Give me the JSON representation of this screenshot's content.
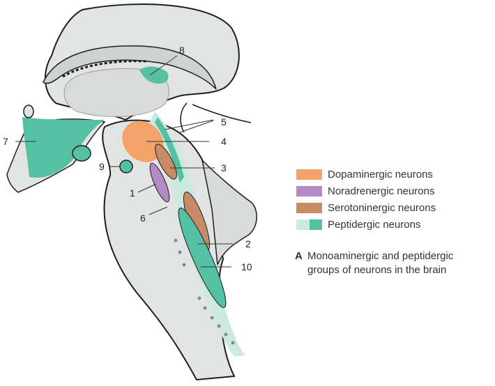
{
  "colors": {
    "tissue": "#e2e4e4",
    "tissue_dark": "#cfd2d2",
    "outline": "#1d1d1d",
    "dopaminergic": "#f3a26a",
    "noradrenergic": "#b28ac4",
    "serotoninergic": "#c98a66",
    "peptidergic_light": "#cde8de",
    "peptidergic": "#55c0a3"
  },
  "labels": {
    "l1": "1",
    "l2": "2",
    "l3": "3",
    "l4": "4",
    "l5": "5",
    "l6": "6",
    "l7": "7",
    "l8": "8",
    "l9": "9",
    "l10": "10"
  },
  "legend": [
    {
      "label": "Dopaminergic neurons",
      "colors": [
        "#f3a26a"
      ]
    },
    {
      "label": "Noradrenergic neurons",
      "colors": [
        "#b28ac4"
      ]
    },
    {
      "label": "Serotoninergic neurons",
      "colors": [
        "#c98a66"
      ]
    },
    {
      "label": "Peptidergic neurons",
      "colors": [
        "#cde8de",
        "#55c0a3"
      ]
    }
  ],
  "caption": {
    "letter": "A",
    "line1": "Monoaminergic and peptidergic",
    "line2": "groups of neurons in the brain"
  }
}
